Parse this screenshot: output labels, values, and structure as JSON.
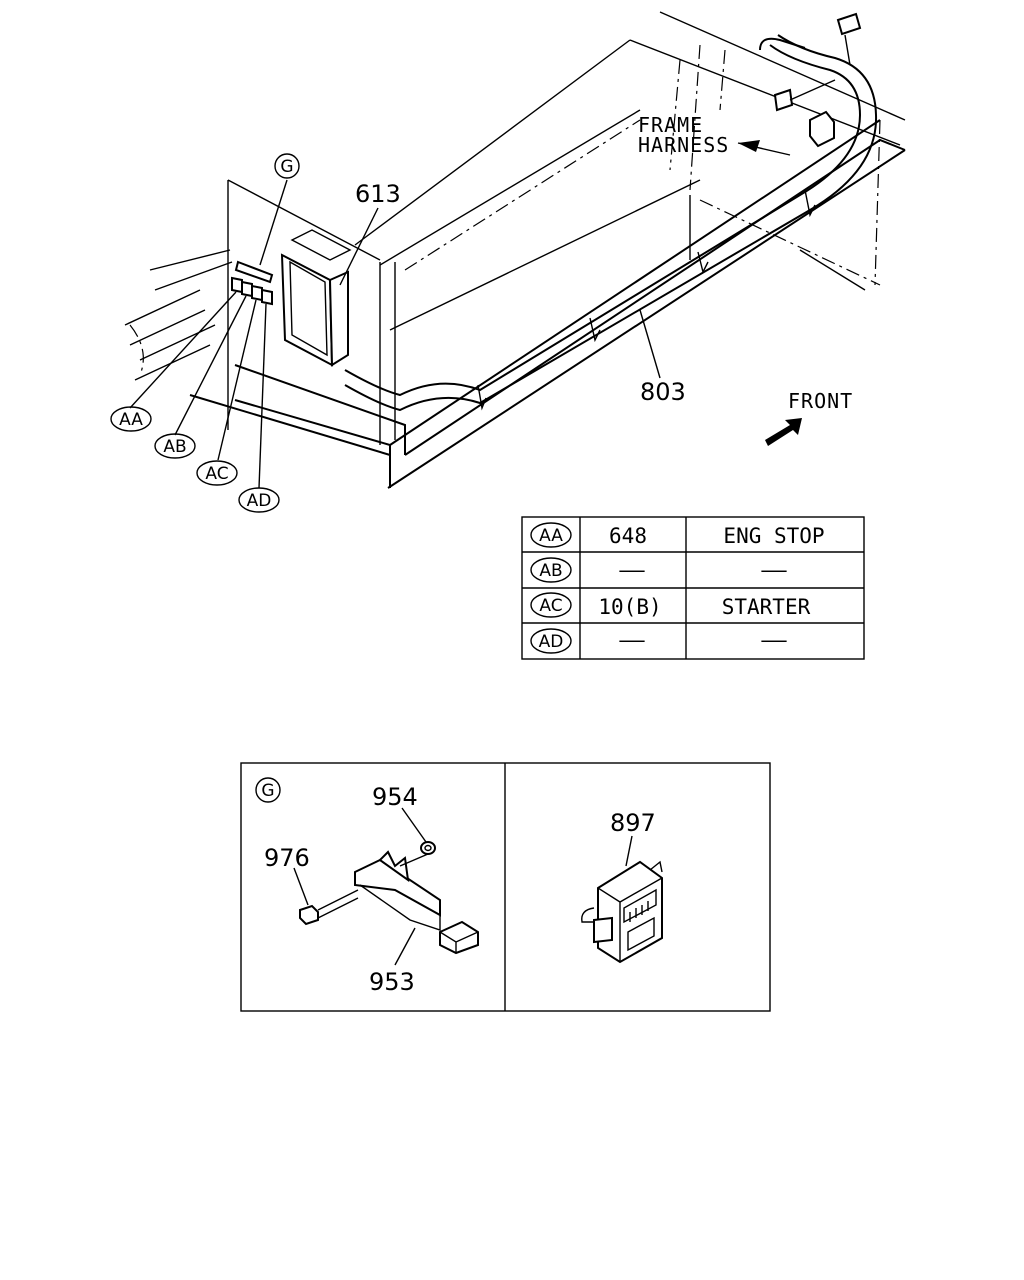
{
  "callouts": {
    "part_613": "613",
    "part_803": "803",
    "ref_G": "G",
    "aa": "AA",
    "ab": "AB",
    "ac": "AC",
    "ad": "AD"
  },
  "frame_harness": {
    "line1": "FRAME",
    "line2": "HARNESS"
  },
  "front": "FRONT",
  "table": {
    "rows": [
      {
        "ref": "AA",
        "num": "648",
        "name": "ENG STOP"
      },
      {
        "ref": "AB",
        "num": "——",
        "name": "——"
      },
      {
        "ref": "AC",
        "num": "10(B)",
        "name": "STARTER"
      },
      {
        "ref": "AD",
        "num": "——",
        "name": "——"
      }
    ]
  },
  "detail": {
    "ref": "G",
    "part_954": "954",
    "part_976": "976",
    "part_953": "953",
    "part_897": "897"
  }
}
